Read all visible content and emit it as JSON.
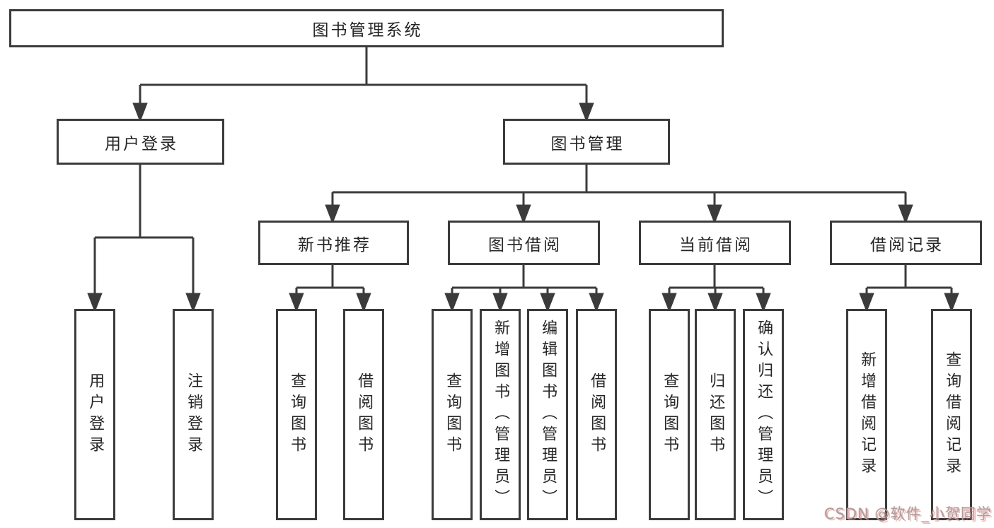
{
  "tree": {
    "root": {
      "label": "图书管理系统"
    },
    "branches": [
      {
        "label": "用户登录",
        "children": [
          {
            "label": "用户登录"
          },
          {
            "label": "注销登录"
          }
        ]
      },
      {
        "label": "图书管理",
        "children": [
          {
            "label": "新书推荐",
            "children": [
              {
                "label": "查询图书"
              },
              {
                "label": "借阅图书"
              }
            ]
          },
          {
            "label": "图书借阅",
            "children": [
              {
                "label": "查询图书"
              },
              {
                "label": "新增图书（管理员）"
              },
              {
                "label": "编辑图书（管理员）"
              },
              {
                "label": "借阅图书"
              }
            ]
          },
          {
            "label": "当前借阅",
            "children": [
              {
                "label": "查询图书"
              },
              {
                "label": "归还图书"
              },
              {
                "label": "确认归还（管理员）"
              }
            ]
          },
          {
            "label": "借阅记录",
            "children": [
              {
                "label": "新增借阅记录"
              },
              {
                "label": "查询借阅记录"
              }
            ]
          }
        ]
      }
    ]
  },
  "watermark": {
    "text": "CSDN @软件_小贺同学"
  },
  "colors": {
    "line": "#3b3b3b",
    "box_border": "#3b3b3b",
    "text": "#262626",
    "background": "#ffffff",
    "watermark_gray": "#a7a0a0",
    "watermark_pink": "#ef8080"
  }
}
